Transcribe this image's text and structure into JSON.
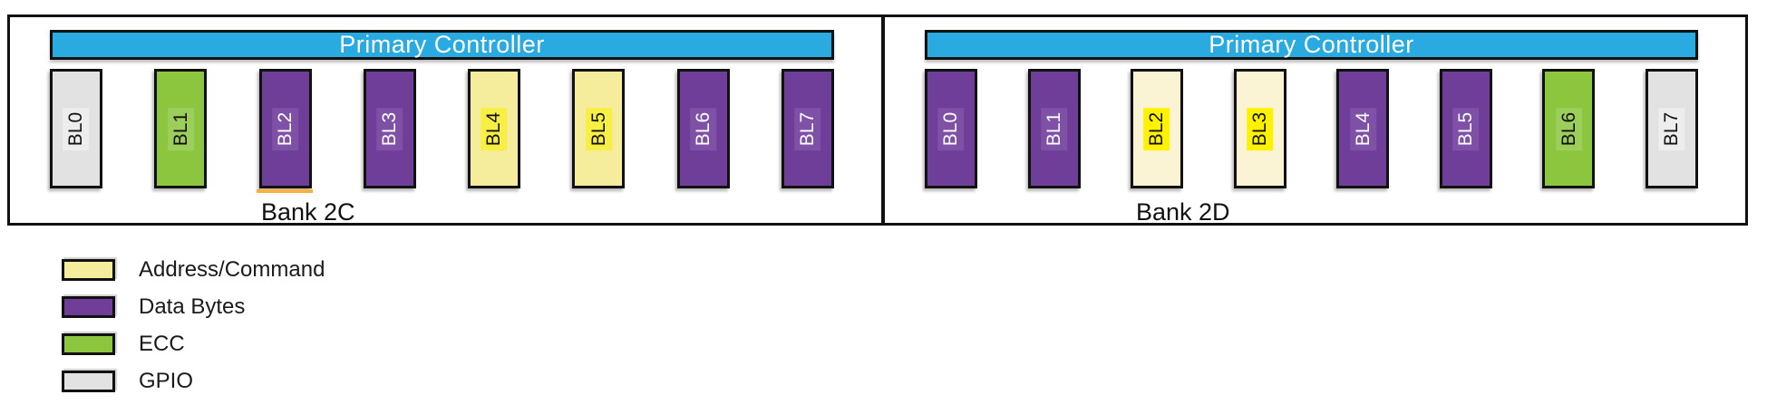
{
  "diagram": {
    "banks": [
      {
        "name": "Bank 2C",
        "controller": "Primary Controller",
        "blocks": [
          {
            "label": "BL0",
            "type": "gpio"
          },
          {
            "label": "BL1",
            "type": "ecc"
          },
          {
            "label": "BL2",
            "type": "data"
          },
          {
            "label": "BL3",
            "type": "data"
          },
          {
            "label": "BL4",
            "type": "address"
          },
          {
            "label": "BL5",
            "type": "address"
          },
          {
            "label": "BL6",
            "type": "data"
          },
          {
            "label": "BL7",
            "type": "data"
          }
        ]
      },
      {
        "name": "Bank 2D",
        "controller": "Primary Controller",
        "blocks": [
          {
            "label": "BL0",
            "type": "data"
          },
          {
            "label": "BL1",
            "type": "data"
          },
          {
            "label": "BL2",
            "type": "address"
          },
          {
            "label": "BL3",
            "type": "address"
          },
          {
            "label": "BL4",
            "type": "data"
          },
          {
            "label": "BL5",
            "type": "data"
          },
          {
            "label": "BL6",
            "type": "ecc"
          },
          {
            "label": "BL7",
            "type": "gpio"
          }
        ]
      }
    ]
  },
  "legend": {
    "items": [
      {
        "label": "Address/Command",
        "type": "address"
      },
      {
        "label": "Data Bytes",
        "type": "data"
      },
      {
        "label": "ECC",
        "type": "ecc"
      },
      {
        "label": "GPIO",
        "type": "gpio"
      }
    ]
  },
  "colors": {
    "frame": "#111111",
    "controller_fill": "#29ABE2",
    "controller_text": "#FFFFFF",
    "data_fill": "#6F3E99",
    "data_hl": "#7E50A6",
    "ecc_fill": "#8CC63F",
    "ecc_hl": "#9CCE5B",
    "gpio_fill": "#E2E2E2",
    "gpio_hl": "#EDEDED",
    "address_fill": "#F5EC9C",
    "address_hl": "#F8EF45",
    "address_light_fill": "#FAF4D5",
    "address_light_hl": "#FFF200",
    "orange_mark": "#FBB03B",
    "text_dark": "#1A1A1A"
  }
}
